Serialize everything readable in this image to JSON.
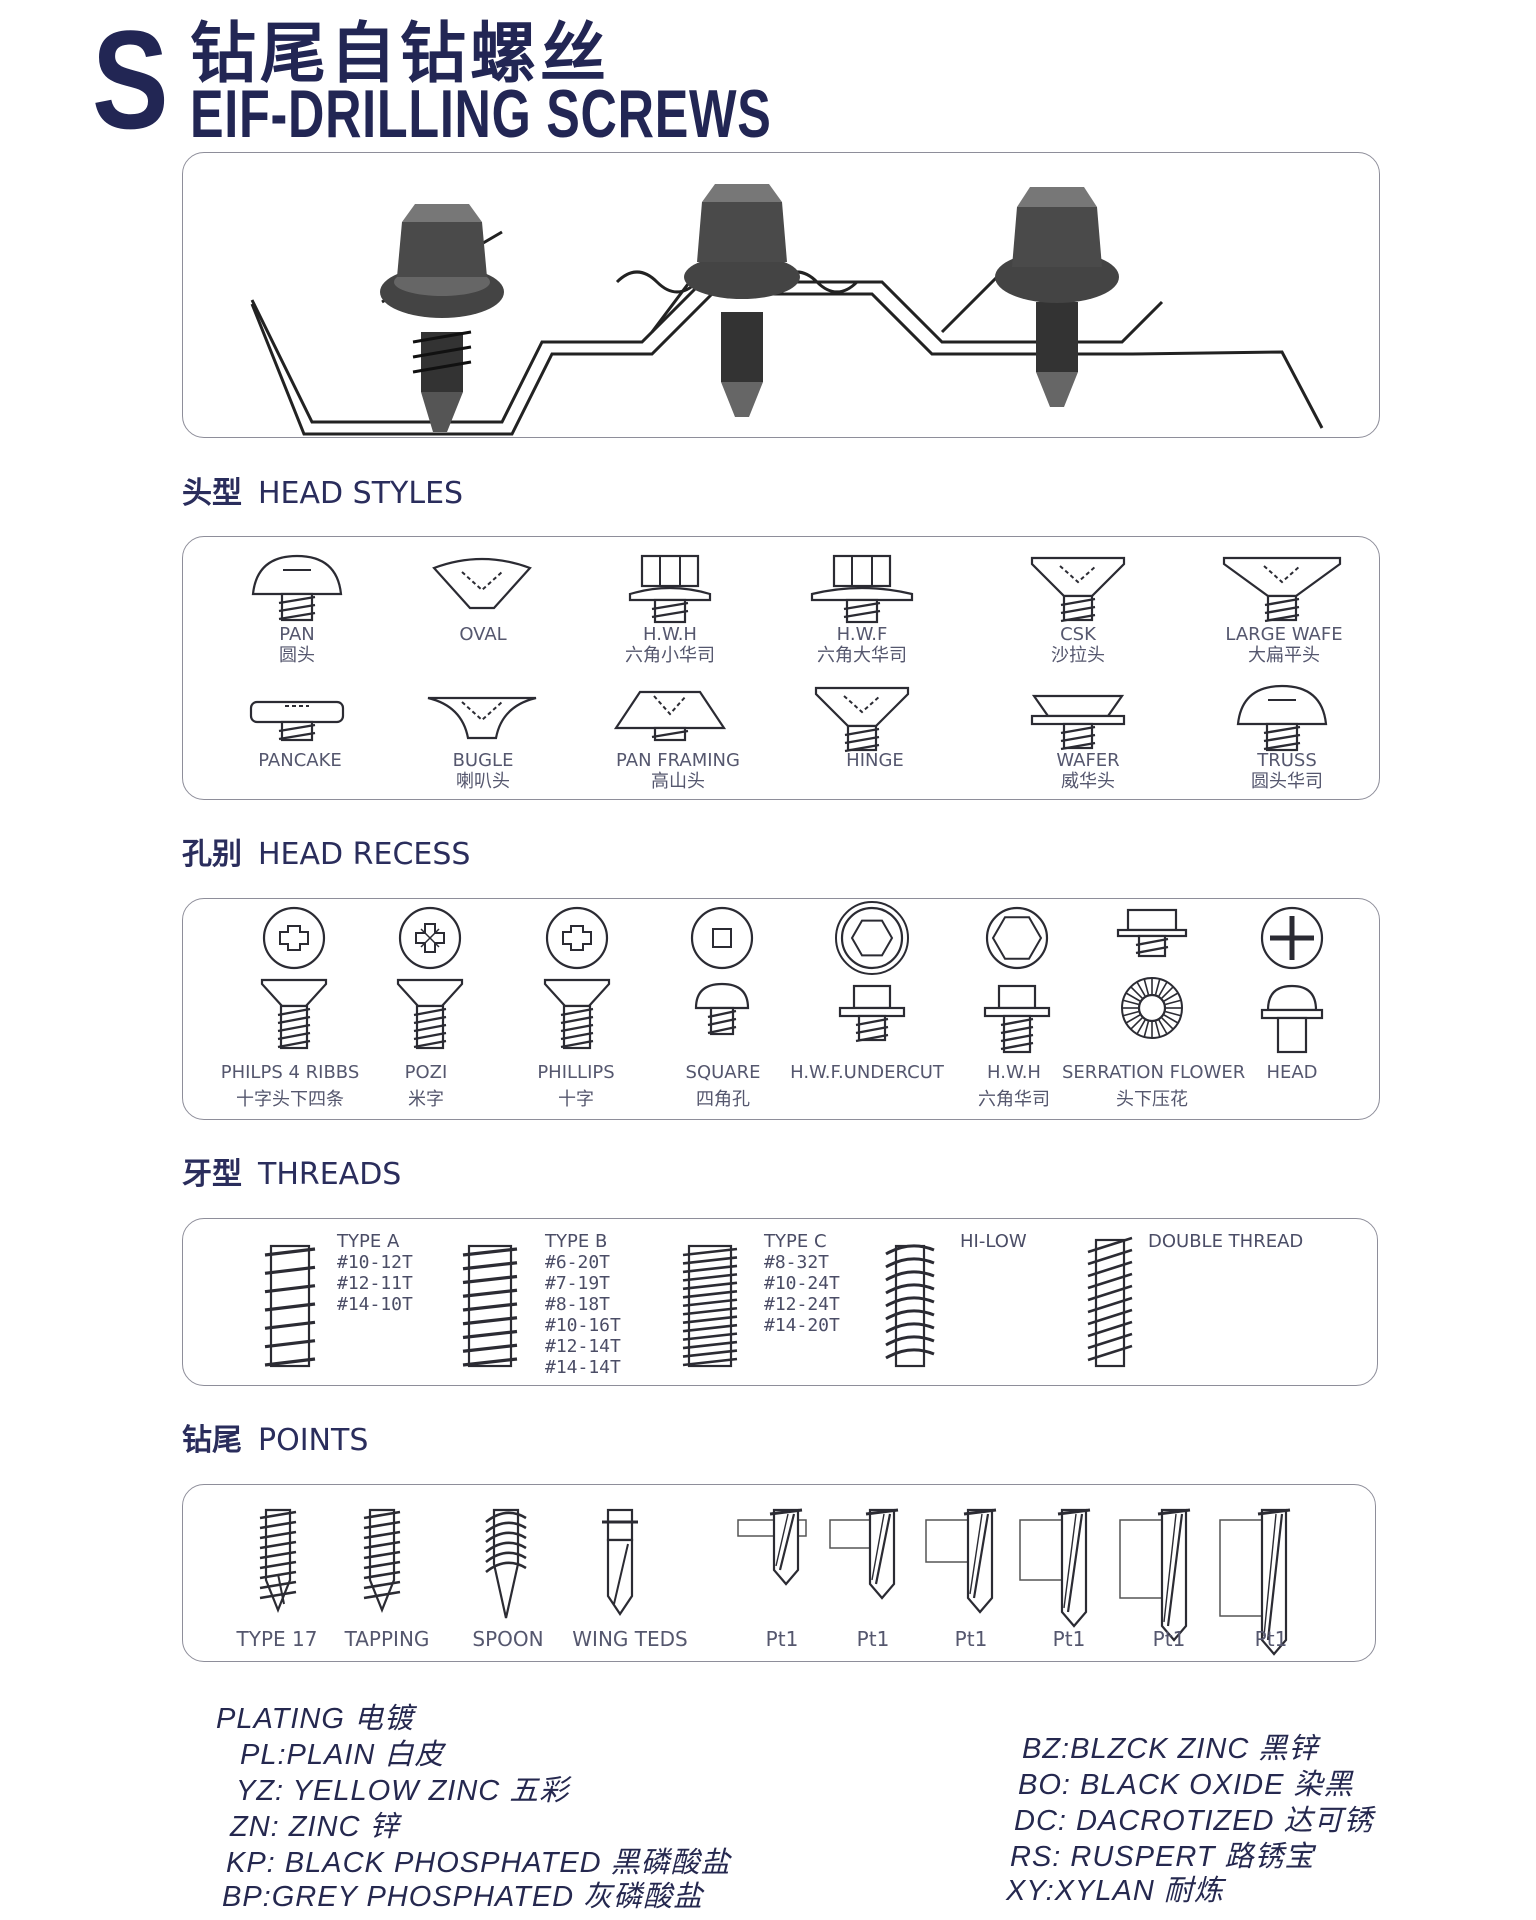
{
  "header": {
    "letter": "S",
    "title_cn": "钻尾自钻螺丝",
    "title_en": "EIF-DRILLING SCREWS"
  },
  "sections": {
    "head_styles": {
      "cn": "头型",
      "en": "HEAD STYLES"
    },
    "head_recess": {
      "cn": "孔别",
      "en": "HEAD RECESS"
    },
    "threads": {
      "cn": "牙型",
      "en": "THREADS"
    },
    "points": {
      "cn": "钻尾",
      "en": "POINTS"
    }
  },
  "head_styles": [
    {
      "en": "PAN",
      "cn": "圆头",
      "icon": "pan-head-icon"
    },
    {
      "en": "OVAL",
      "cn": "",
      "icon": "oval-head-icon"
    },
    {
      "en": "H.W.H",
      "cn": "六角小华司",
      "icon": "hex-washer-head-icon"
    },
    {
      "en": "H.W.F",
      "cn": "六角大华司",
      "icon": "hex-washer-flange-icon"
    },
    {
      "en": "CSK",
      "cn": "沙拉头",
      "icon": "countersunk-head-icon"
    },
    {
      "en": "LARGE WAFE",
      "cn": "大扁平头",
      "icon": "large-wafer-head-icon"
    },
    {
      "en": "PANCAKE",
      "cn": "",
      "icon": "pancake-head-icon"
    },
    {
      "en": "BUGLE",
      "cn": "喇叭头",
      "icon": "bugle-head-icon"
    },
    {
      "en": "PAN FRAMING",
      "cn": "高山头",
      "icon": "pan-framing-head-icon"
    },
    {
      "en": "HINGE",
      "cn": "",
      "icon": "hinge-head-icon"
    },
    {
      "en": "WAFER",
      "cn": "威华头",
      "icon": "wafer-head-icon"
    },
    {
      "en": "TRUSS",
      "cn": "圆头华司",
      "icon": "truss-head-icon"
    }
  ],
  "head_recess": [
    {
      "en": "PHILPS 4 RIBBS",
      "cn": "十字头下四条",
      "icon": "philips-4-ribs-icon"
    },
    {
      "en": "POZI",
      "cn": "米字",
      "icon": "pozi-recess-icon"
    },
    {
      "en": "PHILLIPS",
      "cn": "十字",
      "icon": "phillips-recess-icon"
    },
    {
      "en": "SQUARE",
      "cn": "四角孔",
      "icon": "square-recess-icon"
    },
    {
      "en": "H.W.F.UNDERCUT",
      "cn": "",
      "icon": "hwf-undercut-icon"
    },
    {
      "en": "H.W.H",
      "cn": "六角华司",
      "icon": "hwh-recess-icon"
    },
    {
      "en": "SERRATION FLOWER",
      "cn": "头下压花",
      "icon": "serration-flower-icon"
    },
    {
      "en": "HEAD",
      "cn": "",
      "icon": "slotted-head-icon"
    }
  ],
  "threads": [
    {
      "name": "TYPE A",
      "sizes": [
        "#10-12T",
        "#12-11T",
        "#14-10T"
      ]
    },
    {
      "name": "TYPE B",
      "sizes": [
        "#6-20T",
        "#7-19T",
        "#8-18T",
        "#10-16T",
        "#12-14T",
        "#14-14T"
      ]
    },
    {
      "name": "TYPE C",
      "sizes": [
        "#8-32T",
        "#10-24T",
        "#12-24T",
        "#14-20T"
      ]
    },
    {
      "name": "HI-LOW",
      "sizes": []
    },
    {
      "name": "DOUBLE THREAD",
      "sizes": []
    }
  ],
  "points": [
    {
      "label": "TYPE 17",
      "icon": "type-17-point-icon"
    },
    {
      "label": "TAPPING",
      "icon": "tapping-point-icon"
    },
    {
      "label": "SPOON",
      "icon": "spoon-point-icon"
    },
    {
      "label": "WING TEDS",
      "icon": "wing-teds-point-icon"
    },
    {
      "label": "Pt1",
      "icon": "drill-point-icon"
    },
    {
      "label": "Pt1",
      "icon": "drill-point-icon"
    },
    {
      "label": "Pt1",
      "icon": "drill-point-icon"
    },
    {
      "label": "Pt1",
      "icon": "drill-point-icon"
    },
    {
      "label": "Pt1",
      "icon": "drill-point-icon"
    },
    {
      "label": "Pt1",
      "icon": "drill-point-icon"
    }
  ],
  "plating": {
    "heading": "PLATING 电镀",
    "left": [
      "PL:PLAIN 白皮",
      "YZ:  YELLOW ZINC 五彩",
      "ZN: ZINC 锌",
      "KP:  BLACK PHOSPHATED 黑磷酸盐",
      "BP:GREY PHOSPHATED  灰磷酸盐"
    ],
    "right": [
      "BZ:BLZCK ZINC 黑锌",
      "BO:  BLACK OXIDE 染黑",
      "DC: DACROTIZED  达可锈",
      "RS:  RUSPERT 路锈宝",
      "XY:XYLAN  耐炼"
    ]
  }
}
